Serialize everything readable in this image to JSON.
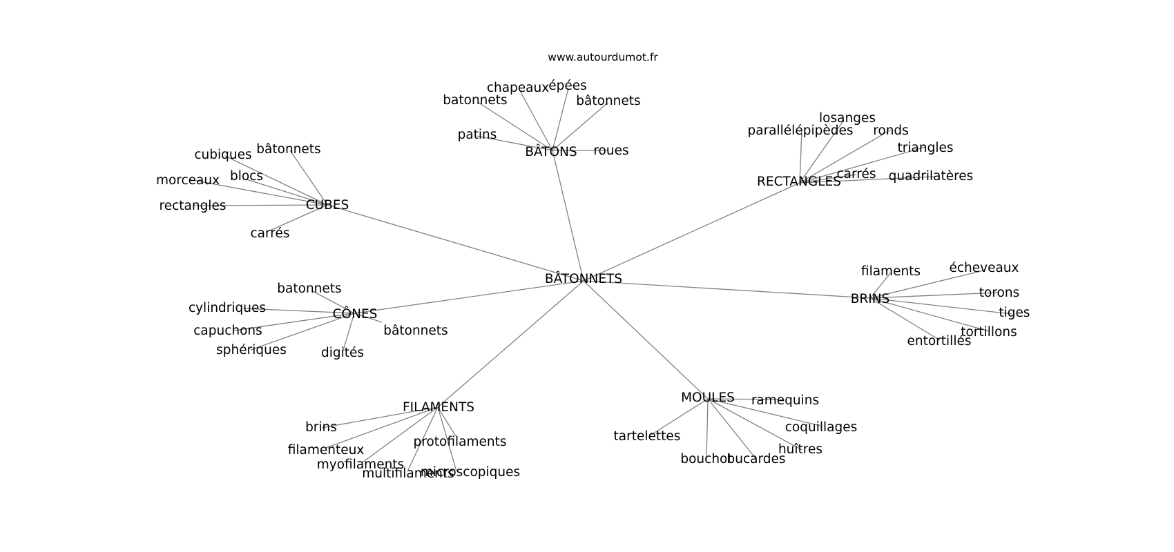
{
  "site": "www.autourdumot.fr",
  "root": {
    "id": "batonnets_root",
    "label": "BÂTONNETS",
    "children": [
      {
        "id": "batons",
        "label": "BÂTONS",
        "children": [
          {
            "id": "batons_batonnets",
            "label": "batonnets"
          },
          {
            "id": "batons_chapeaux",
            "label": "chapeaux"
          },
          {
            "id": "batons_epees",
            "label": "épées"
          },
          {
            "id": "batons_batonnets2",
            "label": "bâtonnets"
          },
          {
            "id": "batons_patins",
            "label": "patins"
          },
          {
            "id": "batons_roues",
            "label": "roues"
          }
        ]
      },
      {
        "id": "rectangles",
        "label": "RECTANGLES",
        "children": [
          {
            "id": "rect_losanges",
            "label": "losanges"
          },
          {
            "id": "rect_parallelepipedes",
            "label": "parallélépipèdes"
          },
          {
            "id": "rect_ronds",
            "label": "ronds"
          },
          {
            "id": "rect_triangles",
            "label": "triangles"
          },
          {
            "id": "rect_carres",
            "label": "carrés"
          },
          {
            "id": "rect_quadrilateres",
            "label": "quadrilatères"
          }
        ]
      },
      {
        "id": "cubes",
        "label": "CUBES",
        "children": [
          {
            "id": "cubes_cubiques",
            "label": "cubiques"
          },
          {
            "id": "cubes_batonnets",
            "label": "bâtonnets"
          },
          {
            "id": "cubes_blocs",
            "label": "blocs"
          },
          {
            "id": "cubes_morceaux",
            "label": "morceaux"
          },
          {
            "id": "cubes_rectangles",
            "label": "rectangles"
          },
          {
            "id": "cubes_carres",
            "label": "carrés"
          }
        ]
      },
      {
        "id": "brins",
        "label": "BRINS",
        "children": [
          {
            "id": "brins_filaments",
            "label": "filaments"
          },
          {
            "id": "brins_echeveaux",
            "label": "écheveaux"
          },
          {
            "id": "brins_torons",
            "label": "torons"
          },
          {
            "id": "brins_tiges",
            "label": "tiges"
          },
          {
            "id": "brins_tortillons",
            "label": "tortillons"
          },
          {
            "id": "brins_entortilles",
            "label": "entortillés"
          }
        ]
      },
      {
        "id": "cones",
        "label": "CÔNES",
        "children": [
          {
            "id": "cones_batonnets",
            "label": "batonnets"
          },
          {
            "id": "cones_cylindriques",
            "label": "cylindriques"
          },
          {
            "id": "cones_capuchons",
            "label": "capuchons"
          },
          {
            "id": "cones_batonnets2",
            "label": "bâtonnets"
          },
          {
            "id": "cones_spheriques",
            "label": "sphériques"
          },
          {
            "id": "cones_digites",
            "label": "digités"
          }
        ]
      },
      {
        "id": "filaments",
        "label": "FILAMENTS",
        "children": [
          {
            "id": "fil_brins",
            "label": "brins"
          },
          {
            "id": "fil_filamenteux",
            "label": "filamenteux"
          },
          {
            "id": "fil_protofilaments",
            "label": "protofilaments"
          },
          {
            "id": "fil_myofilaments",
            "label": "myofilaments"
          },
          {
            "id": "fil_multifilaments",
            "label": "multifilaments"
          },
          {
            "id": "fil_microscopiques",
            "label": "microscopiques"
          }
        ]
      },
      {
        "id": "moules",
        "label": "MOULES",
        "children": [
          {
            "id": "moules_ramequins",
            "label": "ramequins"
          },
          {
            "id": "moules_tartelettes",
            "label": "tartelettes"
          },
          {
            "id": "moules_coquillages",
            "label": "coquillages"
          },
          {
            "id": "moules_huitres",
            "label": "huîtres"
          },
          {
            "id": "moules_bouchot",
            "label": "bouchot"
          },
          {
            "id": "moules_bucardes",
            "label": "bucardes"
          }
        ]
      }
    ]
  }
}
